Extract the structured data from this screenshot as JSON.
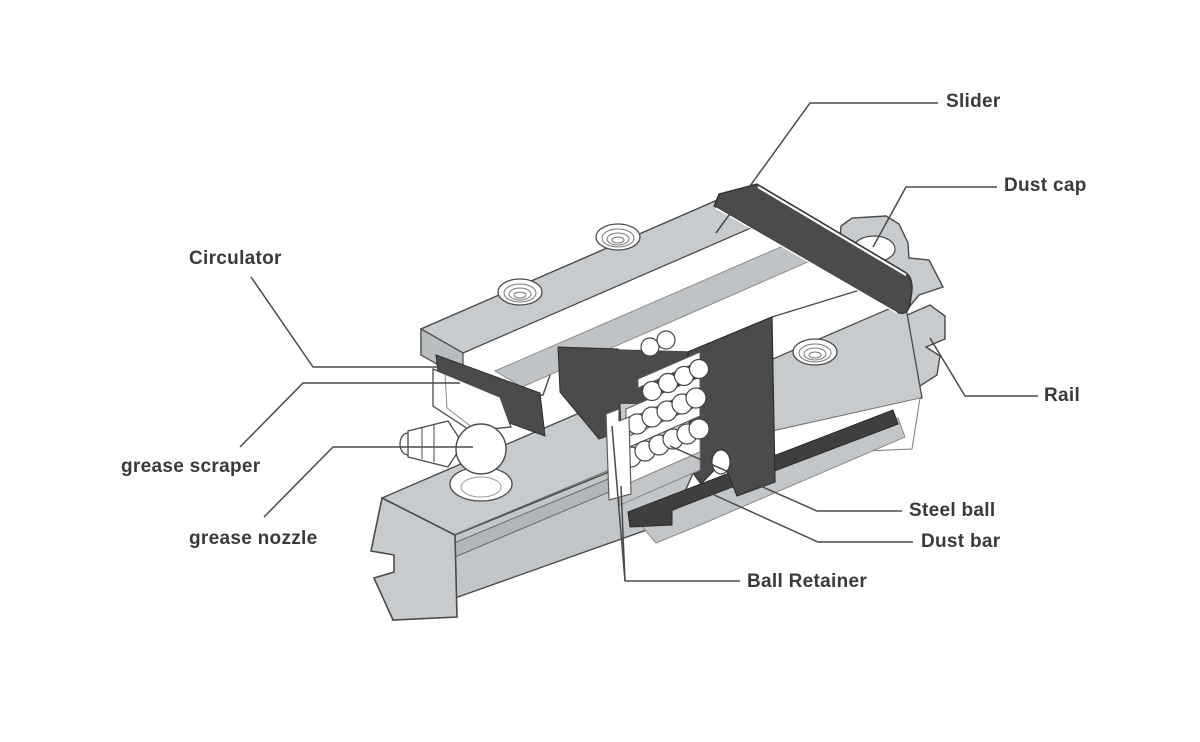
{
  "diagram": {
    "kind": "linear-guide-rail-cutaway-diagram"
  },
  "labels": {
    "slider": {
      "text": "Slider"
    },
    "dust_cap": {
      "text": "Dust cap"
    },
    "circulator": {
      "text": "Circulator"
    },
    "grease_scraper": {
      "text": "grease scraper"
    },
    "grease_nozzle": {
      "text": "grease nozzle"
    },
    "rail": {
      "text": "Rail"
    },
    "steel_ball": {
      "text": "Steel ball"
    },
    "dust_bar": {
      "text": "Dust bar"
    },
    "ball_retainer": {
      "text": "Ball Retainer"
    }
  },
  "colors": {
    "background": "#ffffff",
    "part_light_gray": "#c8cbcd",
    "part_mid_gray": "#b9bdbf",
    "section_dark_gray": "#4b4b4b",
    "dust_bar_dark": "#3f3f3f",
    "outline": "#4a4a4a",
    "label_text": "#3a3a3a",
    "leader_line": "#4a4a4a"
  }
}
